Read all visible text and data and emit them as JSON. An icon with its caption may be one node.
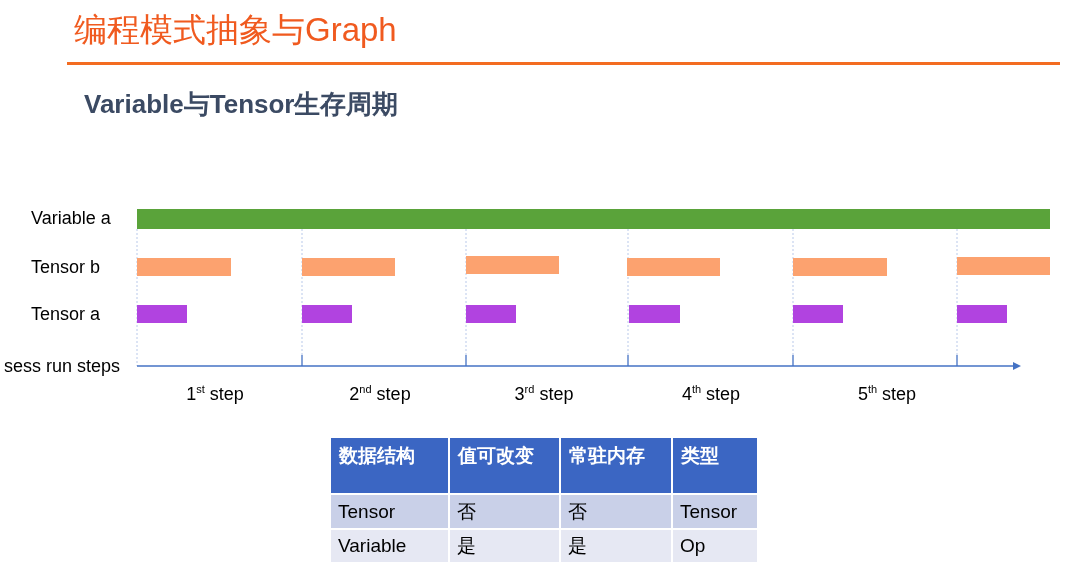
{
  "diagram": {
    "title": "编程模式抽象与Graph",
    "labels": [
      "Variable与Tensor生存周期",
      "Variable a",
      "Tensor b",
      "Tensor a",
      "sess run steps",
      "1$^{st}$ step",
      "2$^{nd}$ step",
      "3$^{rd}$ step",
      "4$^{th}$ step",
      "5$^{th}$ step",
      "数据结构",
      "值可改变",
      "常驻内存",
      "类型",
      "Tensor",
      "否",
      "否",
      "Tensor",
      "Variable",
      "是",
      "是",
      "Op"
    ]
  }
}
